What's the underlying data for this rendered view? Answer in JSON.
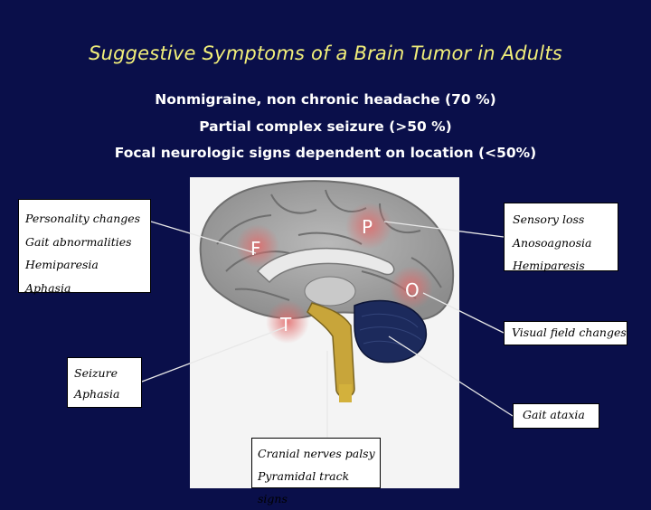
{
  "title": "Suggestive Symptoms of a Brain Tumor in Adults",
  "subtitle_lines": [
    "Nonmigraine, non chronic headache (70 %)",
    "Partial complex seizure (>50 %)",
    "Focal neurologic signs dependent on location (<50%)"
  ],
  "regions": {
    "frontal": {
      "letter": "F",
      "symptoms": [
        "Personality changes",
        "Gait abnormalities",
        "Hemiparesia",
        "Aphasia"
      ]
    },
    "parietal": {
      "letter": "P",
      "symptoms": [
        "Sensory loss",
        "Anosoagnosia",
        "Hemiparesis"
      ]
    },
    "occipital": {
      "letter": "O",
      "symptoms": [
        "Visual field changes"
      ]
    },
    "temporal": {
      "letter": "T",
      "symptoms": [
        "Seizure",
        "Aphasia"
      ]
    },
    "cerebellum": {
      "symptoms": [
        "Gait ataxia"
      ]
    },
    "brainstem": {
      "symptoms": [
        "Cranial nerves palsy",
        "Pyramidal track signs"
      ]
    }
  },
  "colors": {
    "background": "#0a0f4a",
    "title": "#f2ef7a",
    "highlight": "#e26a6a"
  }
}
